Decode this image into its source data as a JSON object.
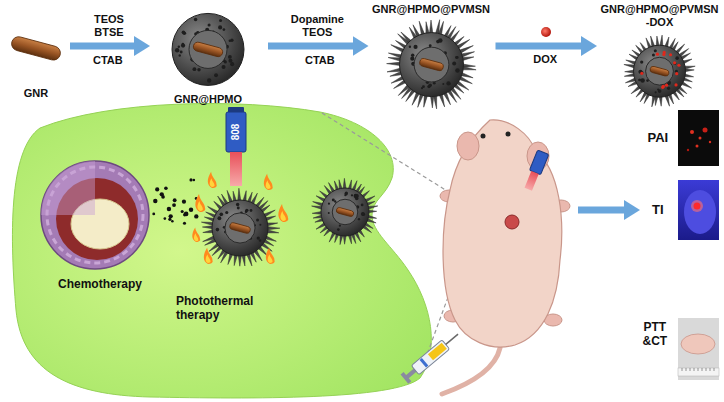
{
  "diagram": {
    "nodes": [
      {
        "text": [
          "GNR"
        ]
      },
      {
        "text": [
          "GNR@HPMO"
        ]
      },
      {
        "text": [
          "GNR@HPMO@PVMSN"
        ]
      },
      {
        "text": [
          "GNR@HPMO@PVMSN -DOX"
        ]
      }
    ],
    "edges": [
      {
        "from": 0,
        "to": 1,
        "arrow": "to",
        "label": "TEOS BTSE"
      },
      {
        "from": 1,
        "to": 2,
        "arrow": "to",
        "label": "Dopamine TEOS"
      },
      {
        "from": 2,
        "to": 3,
        "arrow": "to",
        "label": "DOX"
      }
    ],
    "labels": [
      "CTAB",
      "CTAB",
      "Chemotherapy",
      "Photothermal therapy",
      "808",
      "PAI",
      "TI",
      "PTT &CT"
    ]
  }
}
